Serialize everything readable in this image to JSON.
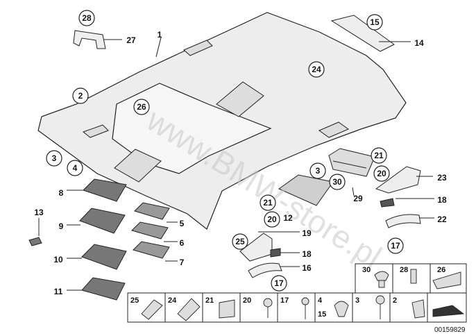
{
  "diagram": {
    "callouts": [
      {
        "id": "c1",
        "text": "1"
      },
      {
        "id": "c2",
        "text": "2"
      },
      {
        "id": "c3",
        "text": "3"
      },
      {
        "id": "c4",
        "text": "4"
      },
      {
        "id": "c5",
        "text": "5"
      },
      {
        "id": "c6",
        "text": "6"
      },
      {
        "id": "c7",
        "text": "7"
      },
      {
        "id": "c8",
        "text": "8"
      },
      {
        "id": "c9",
        "text": "9"
      },
      {
        "id": "c10",
        "text": "10"
      },
      {
        "id": "c11",
        "text": "11"
      },
      {
        "id": "c12",
        "text": "12"
      },
      {
        "id": "c13",
        "text": "13"
      },
      {
        "id": "c14",
        "text": "14"
      },
      {
        "id": "c15",
        "text": "15"
      },
      {
        "id": "c16",
        "text": "16"
      },
      {
        "id": "c17a",
        "text": "17"
      },
      {
        "id": "c17b",
        "text": "17"
      },
      {
        "id": "c18a",
        "text": "18"
      },
      {
        "id": "c18b",
        "text": "18"
      },
      {
        "id": "c19",
        "text": "19"
      },
      {
        "id": "c20a",
        "text": "20"
      },
      {
        "id": "c20b",
        "text": "20"
      },
      {
        "id": "c21a",
        "text": "21"
      },
      {
        "id": "c21b",
        "text": "21"
      },
      {
        "id": "c22",
        "text": "22"
      },
      {
        "id": "c23",
        "text": "23"
      },
      {
        "id": "c24",
        "text": "24"
      },
      {
        "id": "c25",
        "text": "25"
      },
      {
        "id": "c26",
        "text": "26"
      },
      {
        "id": "c27",
        "text": "27"
      },
      {
        "id": "c28",
        "text": "28"
      },
      {
        "id": "c29",
        "text": "29"
      },
      {
        "id": "c30",
        "text": "30"
      },
      {
        "id": "c3b",
        "text": "3"
      }
    ],
    "parts_grid": {
      "top_row": [
        "30",
        "28",
        "26"
      ],
      "bottom_row": [
        "25",
        "24",
        "21",
        "20",
        "17",
        "4",
        "3",
        "2"
      ],
      "bottom_row_extra": "15"
    },
    "watermark": "www.BMW-store.pl",
    "document_number": "00159829"
  }
}
